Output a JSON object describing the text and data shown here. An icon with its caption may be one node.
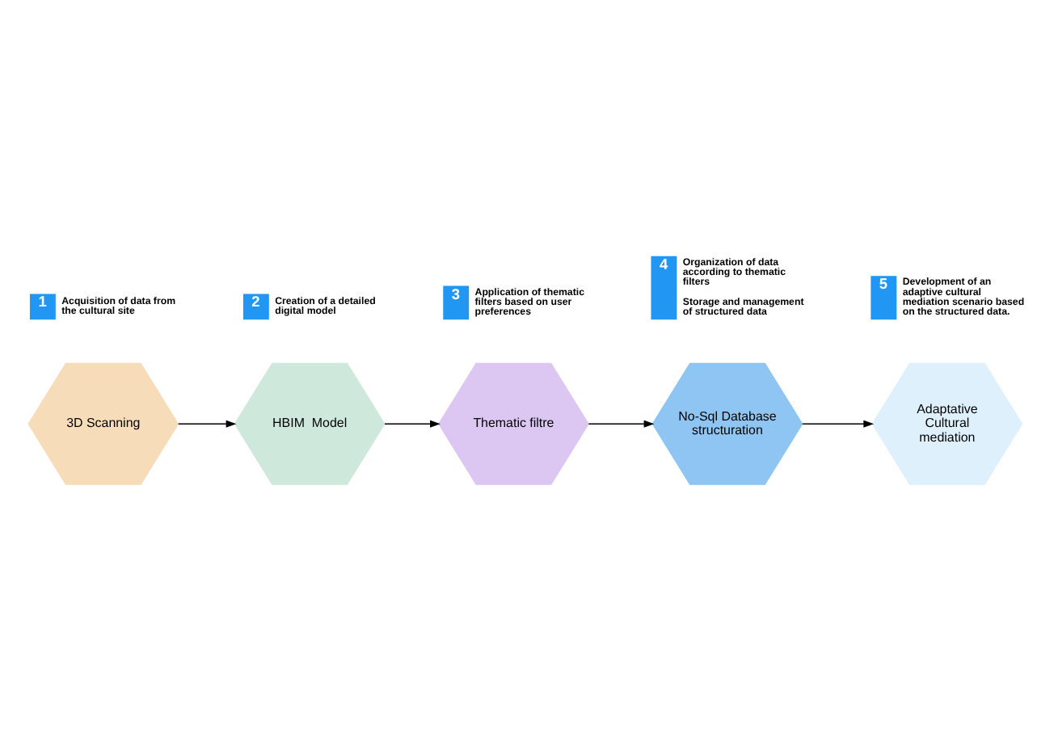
{
  "diagram": {
    "nodes": [
      {
        "text": [
          "3D Scanning"
        ]
      },
      {
        "text": [
          "HBIM  Model"
        ]
      },
      {
        "text": [
          "Thematic filtre"
        ]
      },
      {
        "text": [
          "No-Sql Database structuration"
        ]
      },
      {
        "text": [
          "Adaptative  Cultural mediation"
        ]
      },
      {
        "text": [
          "1"
        ],
        "beside": [
          "Acquisition of data from the cultural site"
        ]
      },
      {
        "text": [
          "2"
        ],
        "beside": [
          "Creation of a detailed digital model"
        ]
      },
      {
        "text": [
          "3"
        ],
        "beside": [
          "Application of thematic filters based on user preferences"
        ]
      },
      {
        "text": [
          "4"
        ],
        "beside": [
          "Organization of data according to thematic filters",
          "Storage and management of structured data"
        ]
      },
      {
        "text": [
          "5"
        ],
        "beside": [
          "Development of an adaptive cultural mediation scenario based on the structured data."
        ]
      }
    ],
    "edges": [
      {
        "from": 0,
        "to": 1,
        "arrow": "to"
      },
      {
        "from": 1,
        "to": 2,
        "arrow": "to"
      },
      {
        "from": 2,
        "to": 3,
        "arrow": "to"
      },
      {
        "from": 3,
        "to": 4,
        "arrow": "to"
      }
    ]
  }
}
